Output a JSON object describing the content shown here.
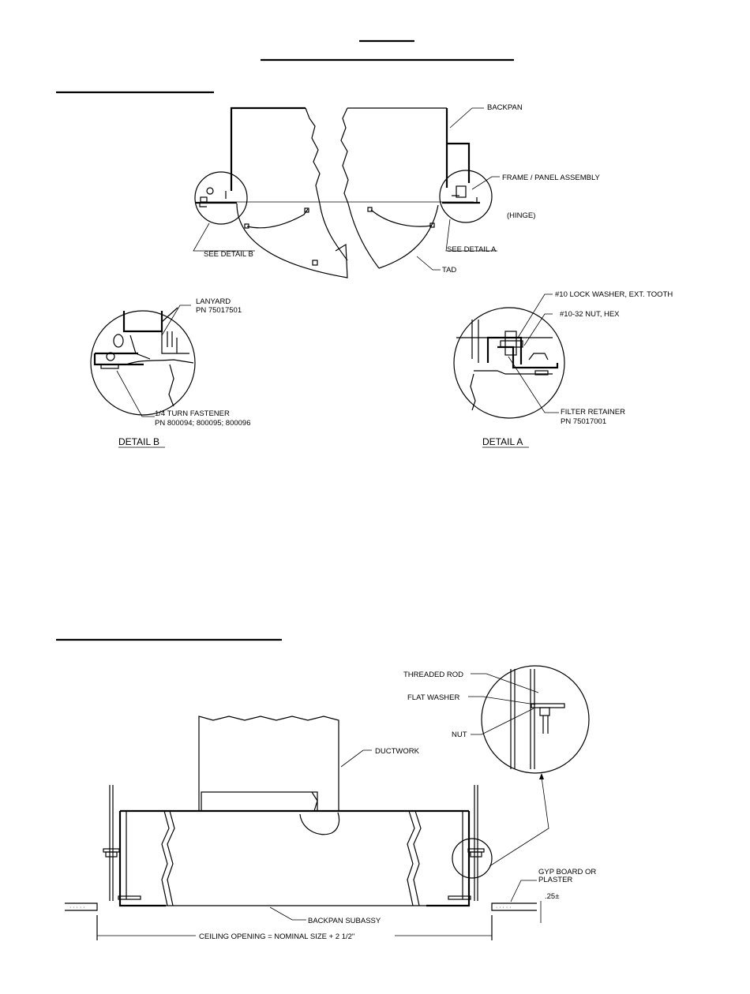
{
  "top_labels": {
    "backpan": "BACKPAN",
    "frame_panel": "FRAME / PANEL ASSEMBLY",
    "hinge": "(HINGE)",
    "see_detail_b": "SEE DETAIL B",
    "see_detail_a": "SEE DETAIL A",
    "tad": "TAD"
  },
  "detail_b": {
    "title": "DETAIL B",
    "lanyard": "LANYARD",
    "lanyard_pn": "PN 75017501",
    "fastener": "1/4 TURN FASTENER",
    "fastener_pn": "PN 800094; 800095; 800096"
  },
  "detail_a": {
    "title": "DETAIL A",
    "lock_washer": "#10 LOCK WASHER, EXT. TOOTH",
    "nut": "#10-32 NUT, HEX",
    "retainer": "FILTER RETAINER",
    "retainer_pn": "PN 75017001"
  },
  "install": {
    "threaded_rod": "THREADED ROD",
    "flat_washer": "FLAT WASHER",
    "nut": "NUT",
    "ductwork": "DUCTWORK",
    "gyp_board": "GYP BOARD OR",
    "plaster": "PLASTER",
    "gap": ".25±",
    "backpan_subassy": "BACKPAN SUBASSY",
    "ceiling_opening": "CEILING OPENING = NOMINAL SIZE + 2 1/2\""
  }
}
